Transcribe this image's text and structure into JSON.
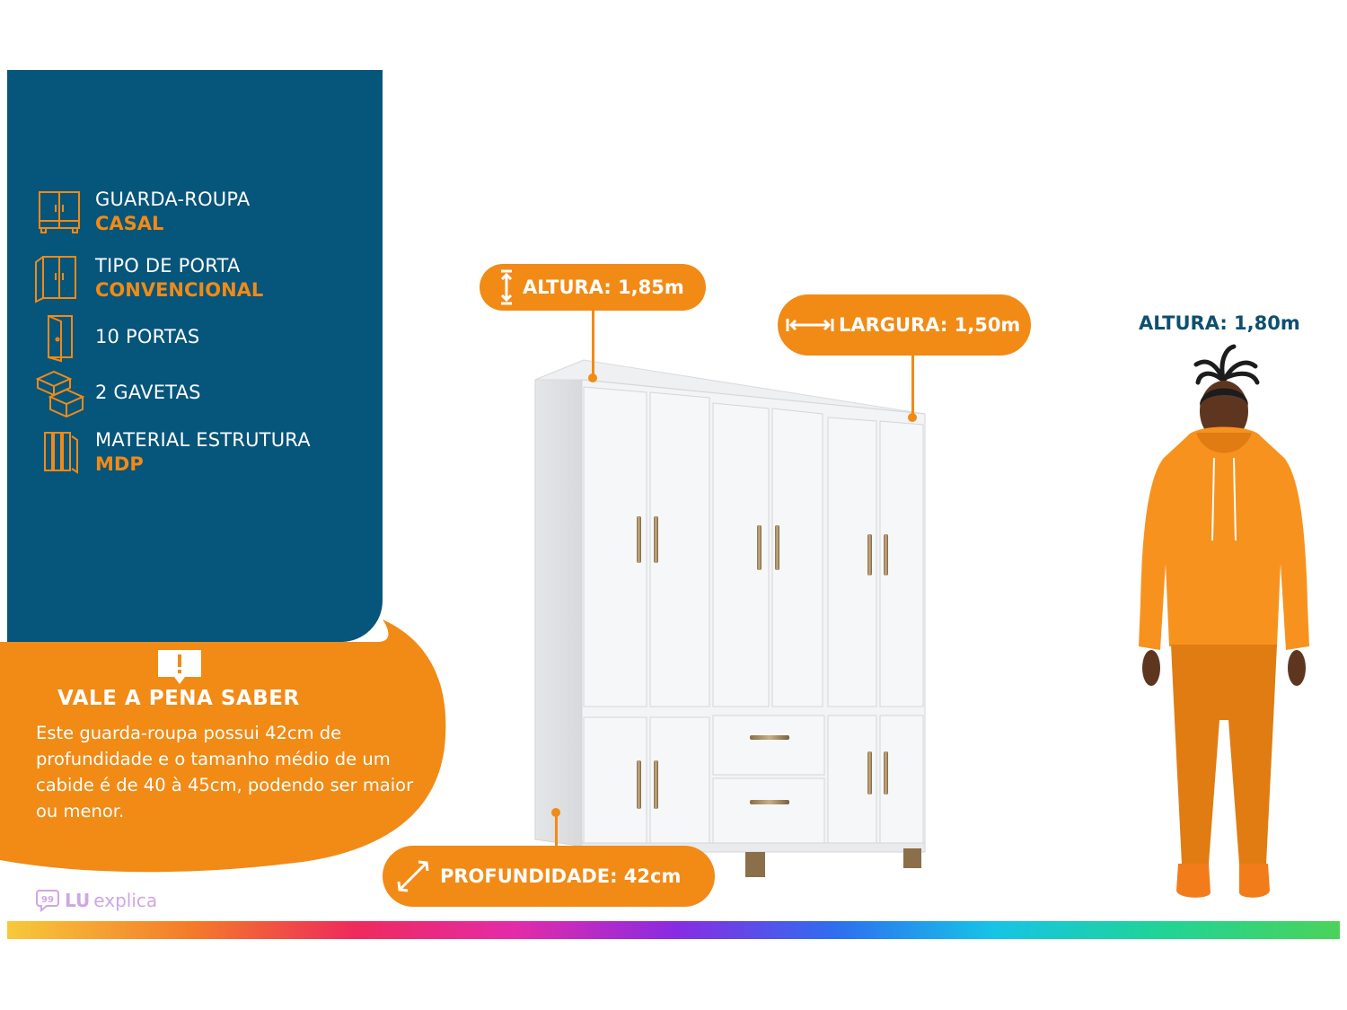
{
  "specs": [
    {
      "title": "GUARDA-ROUPA",
      "value": "CASAL",
      "icon": "wardrobe-icon"
    },
    {
      "title": "TIPO DE PORTA",
      "value": "CONVENCIONAL",
      "icon": "door-type-icon"
    },
    {
      "title": "10  PORTAS",
      "value": "",
      "icon": "door-icon"
    },
    {
      "title": "2 GAVETAS",
      "value": "",
      "icon": "drawers-icon"
    },
    {
      "title": "MATERIAL ESTRUTURA",
      "value": "MDP",
      "icon": "panel-material-icon"
    }
  ],
  "info": {
    "title": "VALE A PENA SABER",
    "text": "Este guarda-roupa possui 42cm de profundidade e o tamanho médio de um cabide é de 40 à 45cm, podendo ser maior ou menor."
  },
  "dimensions": {
    "height": "ALTURA: 1,85m",
    "width": "LARGURA: 1,50m",
    "depth": "PROFUNDIDADE: 42cm"
  },
  "person": {
    "height": "ALTURA: 1,80m"
  },
  "brand": {
    "lu": "LU",
    "explica": "explica"
  },
  "colors": {
    "blue": "#06557b",
    "orange": "#f28a16",
    "navy_text": "#0e4f70"
  }
}
